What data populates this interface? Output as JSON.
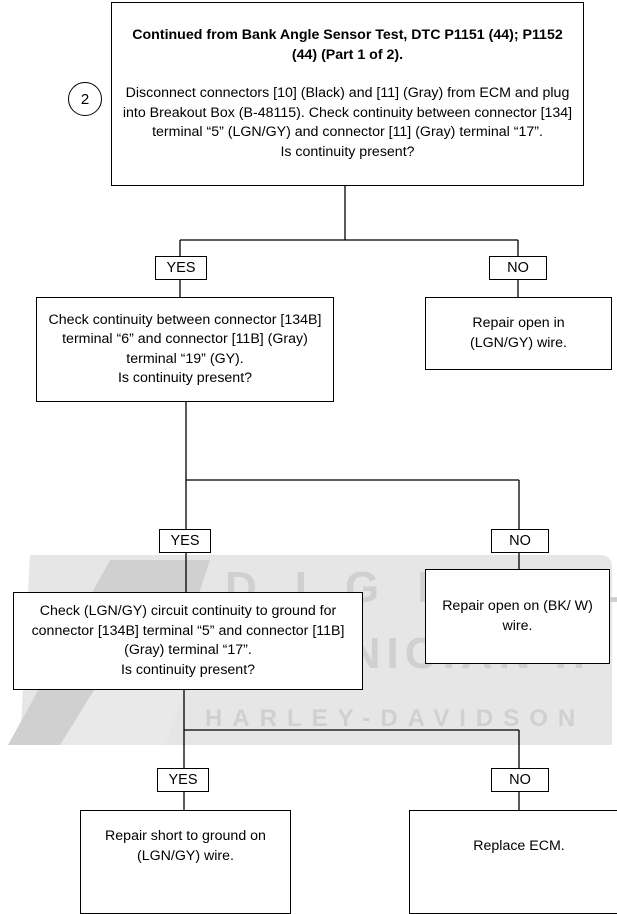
{
  "start": {
    "title": "Continued from Bank Angle Sensor Test, DTC P1151 (44); P1152 (44) (Part 1 of 2).",
    "step_number": "2",
    "text": "Disconnect connectors [10] (Black) and [11] (Gray) from ECM and plug into Breakout Box (B-48115). Check continuity between connector [134] terminal “5” (LGN/GY) and connector [11] (Gray) terminal “17”.",
    "question": "Is continuity present?"
  },
  "check2": {
    "text": "Check continuity between connector [134B] terminal “6” and connector [11B] (Gray) terminal “19” (GY).",
    "question": "Is continuity present?"
  },
  "check3": {
    "text": "Check (LGN/GY) circuit continuity to ground for connector [134B] terminal “5” and connector [11B] (Gray) terminal “17”.",
    "question": "Is continuity present?"
  },
  "result_repair_open_lgn_gy": "Repair open in (LGN/GY) wire.",
  "result_repair_open_bk_w": "Repair open on (BK/ W) wire.",
  "result_repair_short": "Repair short to ground on (LGN/GY) wire.",
  "result_replace_ecm": "Replace ECM.",
  "labels": {
    "yes": "YES",
    "no": "NO"
  },
  "watermark": {
    "top": "DIGITAL",
    "middle": "TECHNICIAN II",
    "bottom": "HARLEY-DAVIDSON",
    "color": "#d9d9d9"
  }
}
